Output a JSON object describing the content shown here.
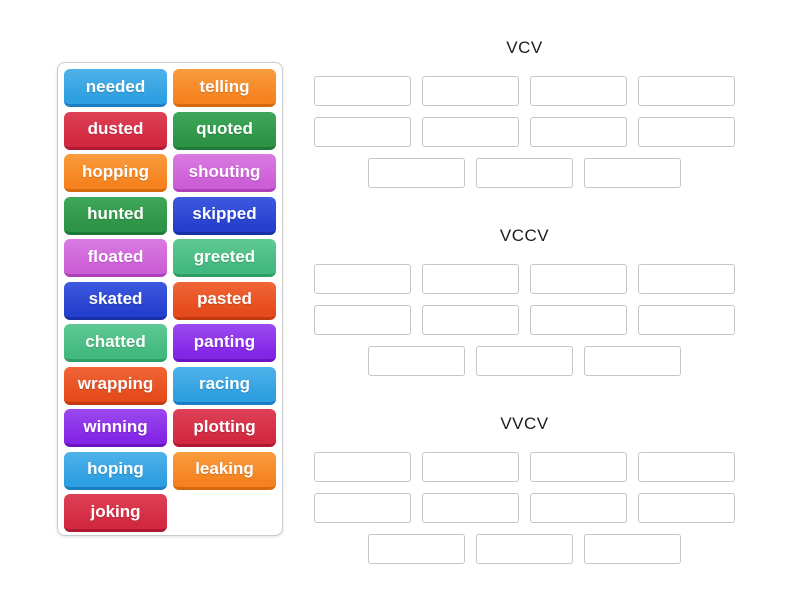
{
  "word_bank": {
    "words": [
      {
        "label": "needed",
        "color": "blue"
      },
      {
        "label": "telling",
        "color": "orange"
      },
      {
        "label": "dusted",
        "color": "crimson"
      },
      {
        "label": "quoted",
        "color": "green"
      },
      {
        "label": "hopping",
        "color": "orange"
      },
      {
        "label": "shouting",
        "color": "orchid"
      },
      {
        "label": "hunted",
        "color": "green"
      },
      {
        "label": "skipped",
        "color": "royalblue"
      },
      {
        "label": "floated",
        "color": "orchid"
      },
      {
        "label": "greeted",
        "color": "seagreen"
      },
      {
        "label": "skated",
        "color": "royalblue"
      },
      {
        "label": "pasted",
        "color": "orangered"
      },
      {
        "label": "chatted",
        "color": "seagreen"
      },
      {
        "label": "panting",
        "color": "violet"
      },
      {
        "label": "wrapping",
        "color": "orangered"
      },
      {
        "label": "racing",
        "color": "blue"
      },
      {
        "label": "winning",
        "color": "violet"
      },
      {
        "label": "plotting",
        "color": "crimson"
      },
      {
        "label": "hoping",
        "color": "blue"
      },
      {
        "label": "leaking",
        "color": "orange"
      },
      {
        "label": "joking",
        "color": "crimson"
      }
    ]
  },
  "groups": [
    {
      "label": "VCV",
      "row_layout": [
        4,
        4,
        3
      ],
      "slot_count": 11
    },
    {
      "label": "VCCV",
      "row_layout": [
        4,
        4,
        3
      ],
      "slot_count": 11
    },
    {
      "label": "VVCV",
      "row_layout": [
        4,
        4,
        3
      ],
      "slot_count": 11
    }
  ],
  "palette": {
    "blue": {
      "base": "#2E9FE0",
      "light": "#4FB2EA",
      "dark": "#1B7EC2"
    },
    "orange": {
      "base": "#F6821F",
      "light": "#F99C3E",
      "dark": "#D4690D"
    },
    "crimson": {
      "base": "#D22941",
      "light": "#DE4156",
      "dark": "#AF1830"
    },
    "green": {
      "base": "#2D9347",
      "light": "#3FA75A",
      "dark": "#1E7A36"
    },
    "orchid": {
      "base": "#CC5ED6",
      "light": "#DA7BE2",
      "dark": "#AE41BA"
    },
    "royalblue": {
      "base": "#2540CE",
      "light": "#3D59DF",
      "dark": "#1830A6"
    },
    "seagreen": {
      "base": "#42B97E",
      "light": "#5FC994",
      "dark": "#2F9E66"
    },
    "orangered": {
      "base": "#E54B1C",
      "light": "#F06537",
      "dark": "#C23A0E"
    },
    "violet": {
      "base": "#8426E6",
      "light": "#9B49EF",
      "dark": "#6B12C4"
    }
  },
  "ui": {
    "background": "#ffffff",
    "panel_border": "#cccccc",
    "slot_border": "#c6c6c6",
    "title_color": "#1c1c1c",
    "tile_text_color": "#ffffff"
  }
}
